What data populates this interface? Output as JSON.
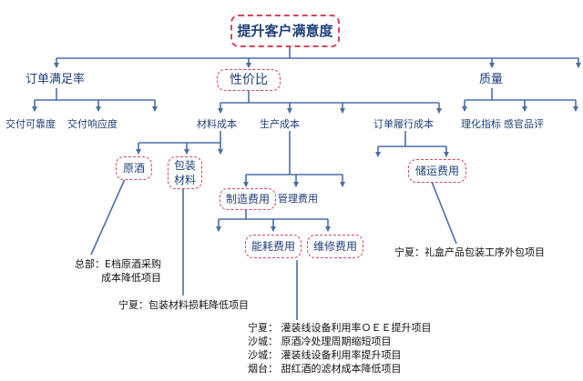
{
  "colors": {
    "line": "#4a6ea8",
    "text": "#1f3f79",
    "highlight_border": "#d5455b",
    "note_text": "#111111"
  },
  "root": "提升客户满意度",
  "level1": {
    "order_rate": "订单满足率",
    "cost_value": "性价比",
    "quality": "质量"
  },
  "order_rate_children": [
    "交付可靠度",
    "交付响应度"
  ],
  "quality_children": [
    "理化指标",
    "感官品评"
  ],
  "cost_value_children": {
    "material": "材料成本",
    "production": "生产成本",
    "fulfillment": "订单履行成本"
  },
  "material_children": {
    "raw_liquor": "原酒",
    "packaging_line1": "包装",
    "packaging_line2": "材料"
  },
  "production_children": {
    "manufacturing": "制造费用",
    "management": "管理费用"
  },
  "manufacturing_children": {
    "energy": "能耗费用",
    "maintenance": "维修费用"
  },
  "fulfillment_children": {
    "storage_transport": "储运费用"
  },
  "notes": {
    "hq_line1": "总部：E档原酒采购",
    "hq_line2": "成本降低项目",
    "ningxia_packaging": "宁夏：包装材料损耗降低项目",
    "ningxia_gift_box": "宁夏：礼盒产品包装工序外包项目",
    "projects": [
      "宁夏：  灌装线设备利用率ＯＥＥ提升项目",
      "沙城：  原酒冷处理周期缩短项目",
      "沙城：  灌装线设备利用率提升项目",
      "烟台：  甜红酒的滤材成本降低项目"
    ]
  }
}
